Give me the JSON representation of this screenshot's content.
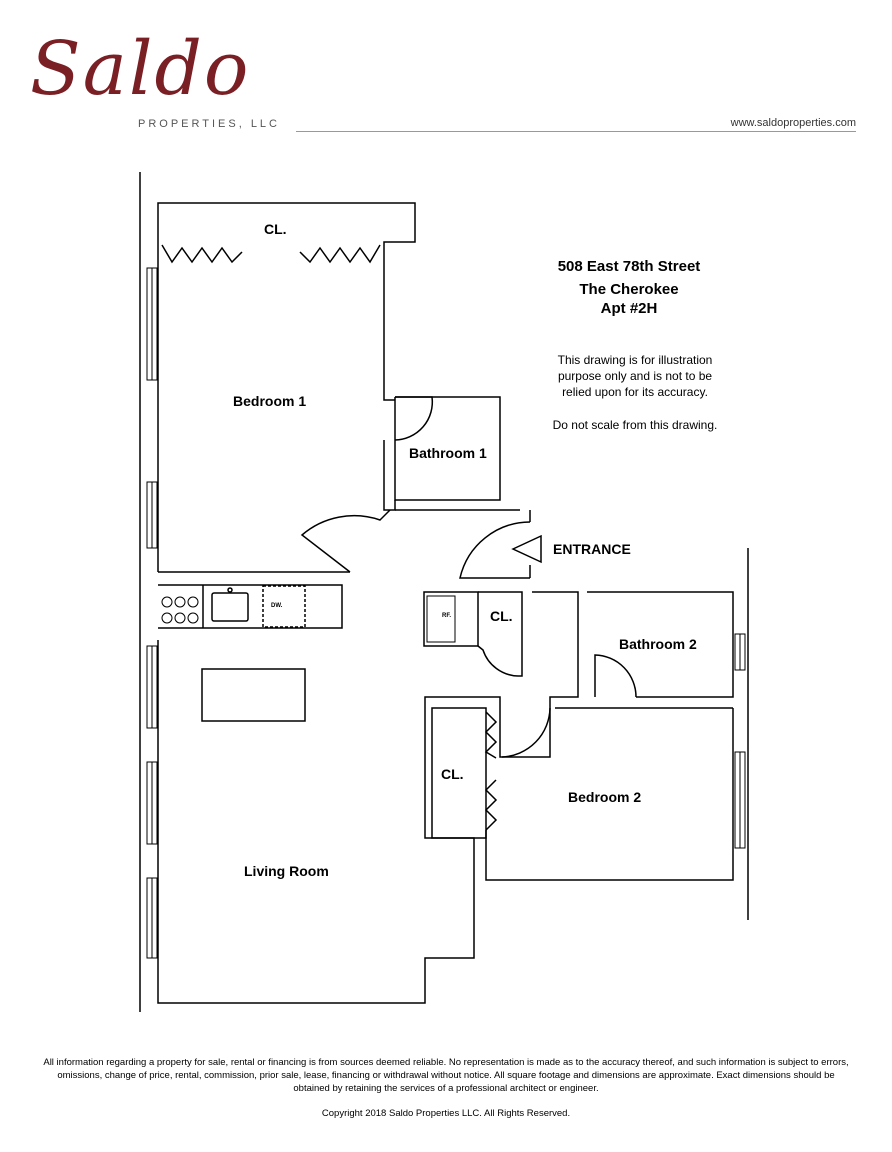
{
  "logo": {
    "script_text": "Saldo",
    "subtitle": "PROPERTIES, LLC"
  },
  "website": "www.saldoproperties.com",
  "property": {
    "address": "508 East 78th Street",
    "building": "The Cherokee",
    "unit": "Apt #2H"
  },
  "disclaimer": {
    "line1": "This drawing is for illustration",
    "line2": "purpose only and is not to be",
    "line3": "relied upon for its accuracy.",
    "line4": "Do not scale from this drawing."
  },
  "rooms": {
    "closet_top": "CL.",
    "bedroom1": "Bedroom 1",
    "bathroom1": "Bathroom 1",
    "entrance": "ENTRANCE",
    "refrigerator": "RF.",
    "dishwasher": "DW.",
    "closet_hall": "CL.",
    "bathroom2": "Bathroom 2",
    "closet_bed2": "CL.",
    "bedroom2": "Bedroom 2",
    "living_room": "Living Room"
  },
  "footer": {
    "legal": "All information regarding a property for sale, rental or financing is from sources deemed reliable. No representation is made as to the accuracy thereof, and such information is subject to errors, omissions, change of price, rental, commission, prior sale, lease, financing or withdrawal without notice. All square footage and dimensions are approximate. Exact dimensions should be obtained by retaining the services of a professional architect or engineer.",
    "copyright": "Copyright 2018 Saldo Properties LLC. All Rights Reserved."
  },
  "colors": {
    "logo": "#7a1f24",
    "lines": "#000000"
  }
}
